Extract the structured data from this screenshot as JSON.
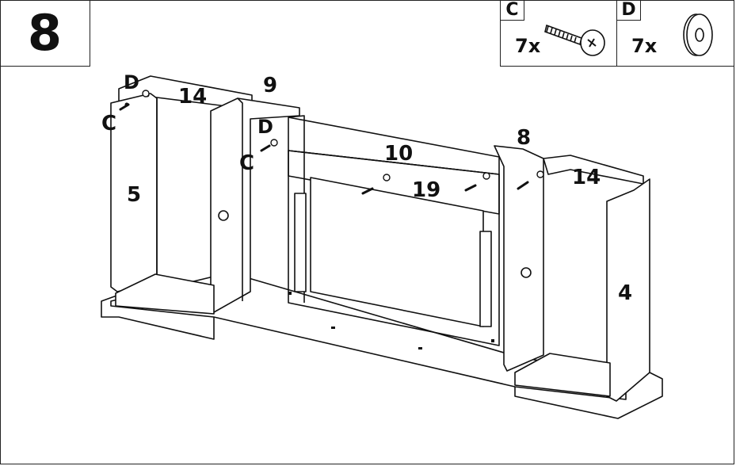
{
  "step": {
    "number": "8"
  },
  "parts": [
    {
      "letter": "C",
      "quantity": "7x",
      "icon": "screw-icon"
    },
    {
      "letter": "D",
      "quantity": "7x",
      "icon": "washer-icon"
    }
  ],
  "diagram": {
    "labels": {
      "p14_left": "14",
      "p9": "9",
      "p10": "10",
      "p19": "19",
      "p8": "8",
      "p14_right": "14",
      "p5": "5",
      "p4": "4",
      "d_top_left": "D",
      "c_top_left": "C",
      "d_center": "D",
      "c_center": "C"
    }
  }
}
